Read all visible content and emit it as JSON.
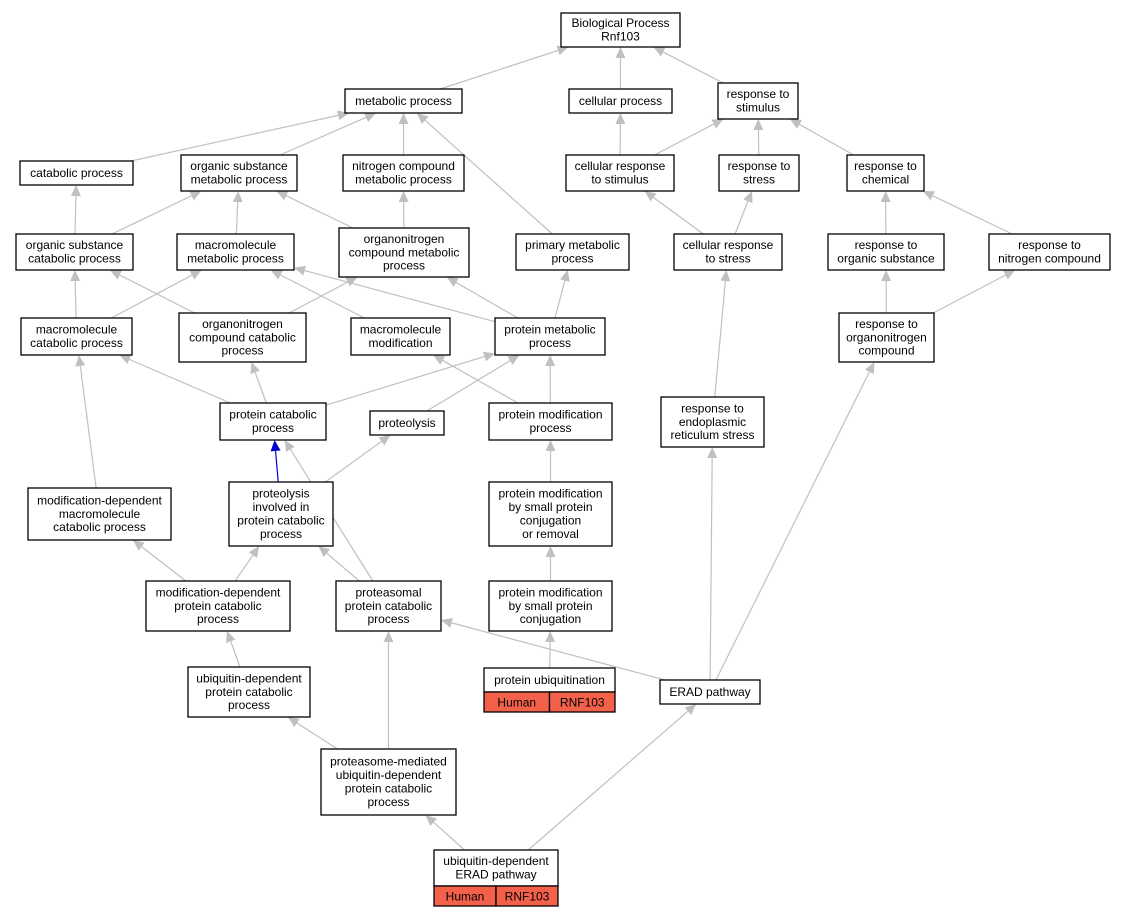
{
  "colors": {
    "edge": "#c0c0c0",
    "highlight_edge": "#0000cc",
    "badge_fill": "#f4614b",
    "node_fill": "#ffffff",
    "node_stroke": "#000000"
  },
  "nodes": [
    {
      "id": "bp",
      "lines": [
        "Biological Process",
        "Rnf103"
      ]
    },
    {
      "id": "metabolic",
      "lines": [
        "metabolic process"
      ]
    },
    {
      "id": "cellular",
      "lines": [
        "cellular process"
      ]
    },
    {
      "id": "response_stimulus",
      "lines": [
        "response to",
        "stimulus"
      ]
    },
    {
      "id": "catabolic",
      "lines": [
        "catabolic process"
      ]
    },
    {
      "id": "org_sub_met",
      "lines": [
        "organic substance",
        "metabolic process"
      ]
    },
    {
      "id": "nitrogen_comp_met",
      "lines": [
        "nitrogen compound",
        "metabolic process"
      ]
    },
    {
      "id": "cell_resp_stim",
      "lines": [
        "cellular response",
        "to stimulus"
      ]
    },
    {
      "id": "resp_stress",
      "lines": [
        "response to",
        "stress"
      ]
    },
    {
      "id": "resp_chem",
      "lines": [
        "response to",
        "chemical"
      ]
    },
    {
      "id": "org_sub_cat",
      "lines": [
        "organic substance",
        "catabolic process"
      ]
    },
    {
      "id": "macro_met",
      "lines": [
        "macromolecule",
        "metabolic process"
      ]
    },
    {
      "id": "organonit_comp_met",
      "lines": [
        "organonitrogen",
        "compound metabolic",
        "process"
      ]
    },
    {
      "id": "primary_met",
      "lines": [
        "primary metabolic",
        "process"
      ]
    },
    {
      "id": "cell_resp_stress",
      "lines": [
        "cellular response",
        "to stress"
      ]
    },
    {
      "id": "resp_org_sub",
      "lines": [
        "response to",
        "organic substance"
      ]
    },
    {
      "id": "resp_nit_comp",
      "lines": [
        "response to",
        "nitrogen compound"
      ]
    },
    {
      "id": "macro_cat",
      "lines": [
        "macromolecule",
        "catabolic process"
      ]
    },
    {
      "id": "organonit_comp_cat",
      "lines": [
        "organonitrogen",
        "compound catabolic",
        "process"
      ]
    },
    {
      "id": "macro_mod",
      "lines": [
        "macromolecule",
        "modification"
      ]
    },
    {
      "id": "protein_met",
      "lines": [
        "protein metabolic",
        "process"
      ]
    },
    {
      "id": "resp_organonit",
      "lines": [
        "response to",
        "organonitrogen",
        "compound"
      ]
    },
    {
      "id": "protein_cat",
      "lines": [
        "protein catabolic",
        "process"
      ]
    },
    {
      "id": "proteolysis",
      "lines": [
        "proteolysis"
      ]
    },
    {
      "id": "protein_mod",
      "lines": [
        "protein modification",
        "process"
      ]
    },
    {
      "id": "resp_er_stress",
      "lines": [
        "response to",
        "endoplasmic",
        "reticulum stress"
      ]
    },
    {
      "id": "mod_dep_macro_cat",
      "lines": [
        "modification-dependent",
        "macromolecule",
        "catabolic process"
      ]
    },
    {
      "id": "proteolysis_in_pcat",
      "lines": [
        "proteolysis",
        "involved in",
        "protein catabolic",
        "process"
      ]
    },
    {
      "id": "pmod_small",
      "lines": [
        "protein modification",
        "by small protein",
        "conjugation",
        "or removal"
      ]
    },
    {
      "id": "mod_dep_pcat",
      "lines": [
        "modification-dependent",
        "protein catabolic",
        "process"
      ]
    },
    {
      "id": "proteasomal_pcat",
      "lines": [
        "proteasomal",
        "protein catabolic",
        "process"
      ]
    },
    {
      "id": "pmod_small_conj",
      "lines": [
        "protein modification",
        "by small protein",
        "conjugation"
      ]
    },
    {
      "id": "ub_dep_pcat",
      "lines": [
        "ubiquitin-dependent",
        "protein catabolic",
        "process"
      ]
    },
    {
      "id": "protein_ubiq",
      "lines": [
        "protein ubiquitination"
      ],
      "badges": [
        "Human",
        "RNF103"
      ]
    },
    {
      "id": "erad",
      "lines": [
        "ERAD pathway"
      ]
    },
    {
      "id": "proteasome_mediated",
      "lines": [
        "proteasome-mediated",
        "ubiquitin-dependent",
        "protein catabolic",
        "process"
      ]
    },
    {
      "id": "ub_dep_erad",
      "lines": [
        "ubiquitin-dependent",
        "ERAD pathway"
      ],
      "badges": [
        "Human",
        "RNF103"
      ]
    }
  ],
  "edges": [
    {
      "from": "metabolic",
      "to": "bp"
    },
    {
      "from": "cellular",
      "to": "bp"
    },
    {
      "from": "response_stimulus",
      "to": "bp"
    },
    {
      "from": "catabolic",
      "to": "metabolic"
    },
    {
      "from": "org_sub_met",
      "to": "metabolic"
    },
    {
      "from": "nitrogen_comp_met",
      "to": "metabolic"
    },
    {
      "from": "primary_met",
      "to": "metabolic"
    },
    {
      "from": "cell_resp_stim",
      "to": "cellular"
    },
    {
      "from": "cell_resp_stim",
      "to": "response_stimulus"
    },
    {
      "from": "resp_stress",
      "to": "response_stimulus"
    },
    {
      "from": "resp_chem",
      "to": "response_stimulus"
    },
    {
      "from": "org_sub_cat",
      "to": "catabolic"
    },
    {
      "from": "org_sub_cat",
      "to": "org_sub_met"
    },
    {
      "from": "macro_met",
      "to": "org_sub_met"
    },
    {
      "from": "organonit_comp_met",
      "to": "org_sub_met"
    },
    {
      "from": "organonit_comp_met",
      "to": "nitrogen_comp_met"
    },
    {
      "from": "cell_resp_stress",
      "to": "cell_resp_stim"
    },
    {
      "from": "cell_resp_stress",
      "to": "resp_stress"
    },
    {
      "from": "resp_org_sub",
      "to": "resp_chem"
    },
    {
      "from": "resp_nit_comp",
      "to": "resp_chem"
    },
    {
      "from": "macro_cat",
      "to": "org_sub_cat"
    },
    {
      "from": "macro_cat",
      "to": "macro_met"
    },
    {
      "from": "organonit_comp_cat",
      "to": "org_sub_cat"
    },
    {
      "from": "organonit_comp_cat",
      "to": "organonit_comp_met"
    },
    {
      "from": "macro_mod",
      "to": "macro_met"
    },
    {
      "from": "protein_met",
      "to": "macro_met"
    },
    {
      "from": "protein_met",
      "to": "organonit_comp_met"
    },
    {
      "from": "protein_met",
      "to": "primary_met"
    },
    {
      "from": "resp_organonit",
      "to": "resp_org_sub"
    },
    {
      "from": "resp_organonit",
      "to": "resp_nit_comp"
    },
    {
      "from": "protein_cat",
      "to": "macro_cat"
    },
    {
      "from": "protein_cat",
      "to": "organonit_comp_cat"
    },
    {
      "from": "protein_cat",
      "to": "protein_met"
    },
    {
      "from": "proteolysis",
      "to": "protein_met"
    },
    {
      "from": "protein_mod",
      "to": "macro_mod"
    },
    {
      "from": "protein_mod",
      "to": "protein_met"
    },
    {
      "from": "resp_er_stress",
      "to": "cell_resp_stress"
    },
    {
      "from": "mod_dep_macro_cat",
      "to": "macro_cat"
    },
    {
      "from": "proteolysis_in_pcat",
      "to": "protein_cat",
      "highlight": true
    },
    {
      "from": "proteolysis_in_pcat",
      "to": "proteolysis"
    },
    {
      "from": "pmod_small",
      "to": "protein_mod"
    },
    {
      "from": "mod_dep_pcat",
      "to": "mod_dep_macro_cat"
    },
    {
      "from": "mod_dep_pcat",
      "to": "proteolysis_in_pcat"
    },
    {
      "from": "proteasomal_pcat",
      "to": "proteolysis_in_pcat"
    },
    {
      "from": "proteasomal_pcat",
      "to": "protein_cat"
    },
    {
      "from": "pmod_small_conj",
      "to": "pmod_small"
    },
    {
      "from": "ub_dep_pcat",
      "to": "mod_dep_pcat"
    },
    {
      "from": "protein_ubiq",
      "to": "pmod_small_conj"
    },
    {
      "from": "erad",
      "to": "proteasomal_pcat"
    },
    {
      "from": "erad",
      "to": "resp_er_stress"
    },
    {
      "from": "erad",
      "to": "resp_organonit"
    },
    {
      "from": "proteasome_mediated",
      "to": "ub_dep_pcat"
    },
    {
      "from": "proteasome_mediated",
      "to": "proteasomal_pcat"
    },
    {
      "from": "ub_dep_erad",
      "to": "proteasome_mediated"
    },
    {
      "from": "ub_dep_erad",
      "to": "erad"
    }
  ]
}
